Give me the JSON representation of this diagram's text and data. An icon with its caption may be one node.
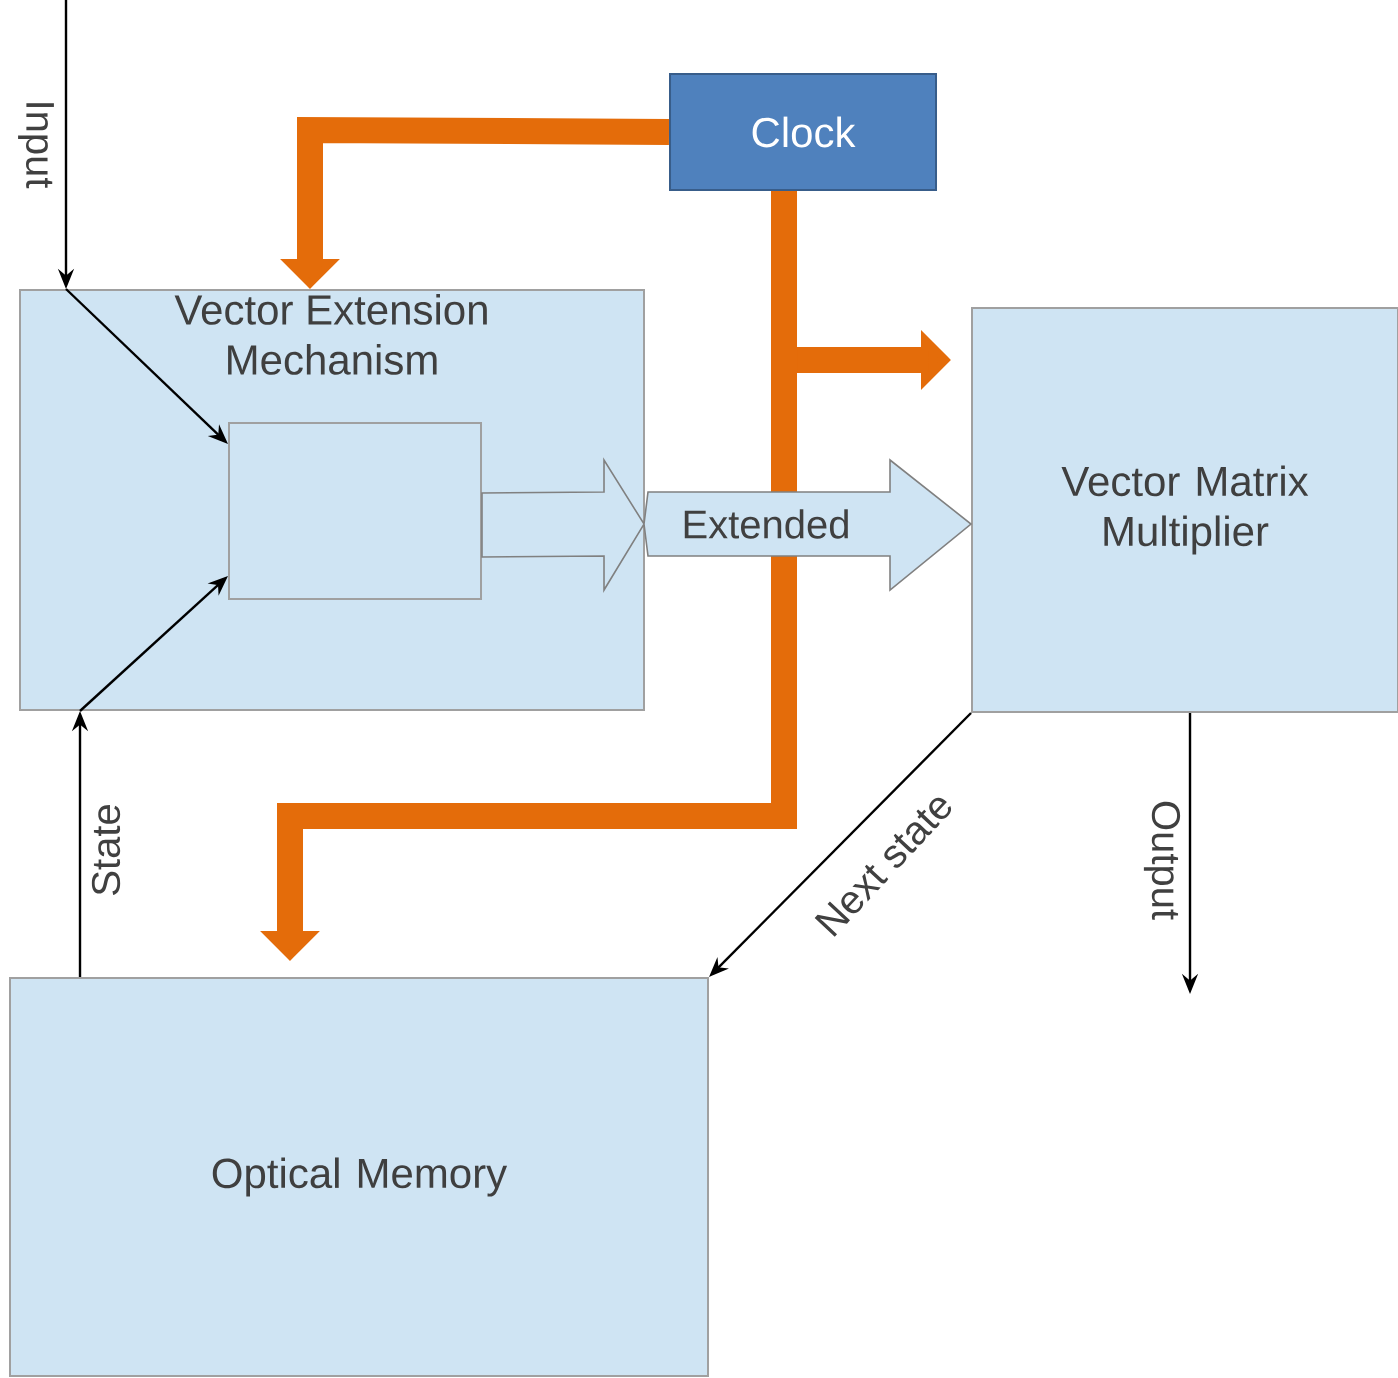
{
  "diagram": {
    "nodes": [
      {
        "text": [
          "Clock"
        ]
      },
      {
        "text": [
          "Vector Extension Mechanism"
        ]
      },
      {
        "text": [],
        "shape": "box",
        "in": 1
      },
      {
        "text": [
          "Vector Matrix Multiplier"
        ]
      },
      {
        "text": [
          "Optical Memory"
        ]
      }
    ],
    "edges": [
      {
        "from": 0,
        "to": 1,
        "arrow": "to",
        "style": "thick",
        "color": "#e46c0a"
      },
      {
        "from": 0,
        "to": 3,
        "arrow": "to",
        "style": "thick",
        "color": "#e46c0a"
      },
      {
        "from": 0,
        "to": 4,
        "arrow": "to",
        "style": "thick",
        "color": "#e46c0a"
      },
      {
        "from": null,
        "to": 1,
        "arrow": "to",
        "label": "Input"
      },
      {
        "from": 1,
        "to": 2,
        "arrow": "to"
      },
      {
        "from": 4,
        "to": 1,
        "arrow": "to",
        "label": "State"
      },
      {
        "from": 1,
        "to": 2,
        "arrow": "to"
      },
      {
        "from": 2,
        "to": 3,
        "arrow": "to",
        "label": "Extended",
        "color": "#cfe4f3"
      },
      {
        "from": 3,
        "to": 4,
        "arrow": "to",
        "label": "Next state"
      },
      {
        "from": 3,
        "to": null,
        "arrow": "to",
        "label": "Output"
      }
    ]
  }
}
